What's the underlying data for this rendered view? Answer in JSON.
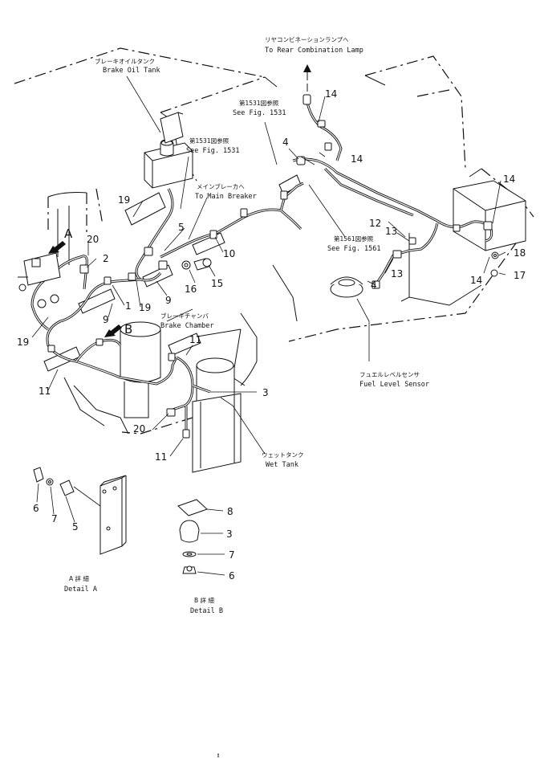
{
  "callouts": {
    "brake_oil_tank_jp": "ブレーキオイルタンク",
    "brake_oil_tank_en": "Brake Oil Tank",
    "rear_lamp_jp": "リヤコンビネーションランプへ",
    "rear_lamp_en": "To Rear Combination Lamp",
    "see1531a_jp": "第1531図参照",
    "see1531a_en": "See Fig. 1531",
    "see1531b_jp": "第1531図参照",
    "see1531b_en": "See Fig. 1531",
    "main_breaker_jp": "メインブレーカへ",
    "main_breaker_en": "To Main Breaker",
    "see1561_jp": "第1561図参照",
    "see1561_en": "See Fig. 1561",
    "brake_chamber_jp": "ブレーキチャンバ",
    "brake_chamber_en": "Brake Chamber",
    "fuel_sensor_jp": "フュエルレベルセンサ",
    "fuel_sensor_en": "Fuel Level Sensor",
    "wet_tank_jp": "ウェットタンク",
    "wet_tank_en": "Wet Tank",
    "detail_a_jp": "A 詳 細",
    "detail_a_en": "Detail A",
    "detail_b_jp": "B 詳 細",
    "detail_b_en": "Detail B"
  },
  "markers": {
    "a": "A",
    "b": "B"
  },
  "parts": {
    "p1": "1",
    "p2": "2",
    "p3": "3",
    "p3b": "3",
    "p4a": "4",
    "p4b": "4",
    "p5": "5",
    "p5a": "5",
    "p6a": "6",
    "p6b": "6",
    "p7a": "7",
    "p7b": "7",
    "p8": "8",
    "p9a": "9",
    "p9b": "9",
    "p10": "10",
    "p11a": "11",
    "p11b": "11",
    "p11c": "11",
    "p12": "12",
    "p13a": "13",
    "p13b": "13",
    "p14a": "14",
    "p14b": "14",
    "p14c": "14",
    "p14d": "14",
    "p15": "15",
    "p16": "16",
    "p17": "17",
    "p18": "18",
    "p19a": "19",
    "p19b": "19",
    "p19c": "19",
    "p20a": "20",
    "p20b": "20"
  }
}
